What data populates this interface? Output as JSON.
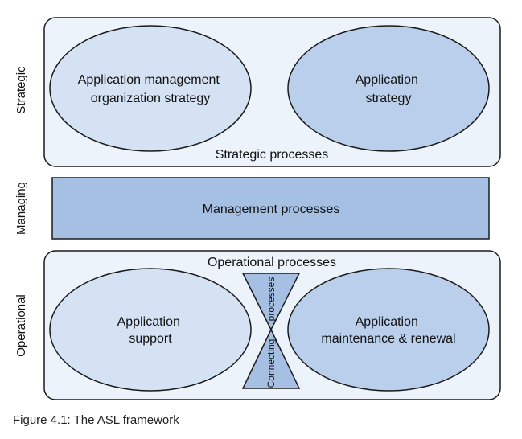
{
  "side_labels": {
    "strategic": "Strategic",
    "managing": "Managing",
    "operational": "Operational"
  },
  "strategic": {
    "left_ellipse": [
      "Application management",
      "organization strategy"
    ],
    "right_ellipse": [
      "Application",
      "strategy"
    ],
    "label": "Strategic processes"
  },
  "managing": {
    "label": "Management processes"
  },
  "operational": {
    "label": "Operational processes",
    "left_ellipse": [
      "Application",
      "support"
    ],
    "right_ellipse": [
      "Application",
      "maintenance & renewal"
    ],
    "connector_top": "processes",
    "connector_bottom": "Connecting"
  },
  "caption": "Figure 4.1: The ASL framework",
  "colors": {
    "panel_fill": "#edf3fb",
    "ellipse_left": "#d4e2f3",
    "ellipse_right": "#b9cfeb",
    "bar_fill": "#a6c0e4",
    "connector_fill": "#a6c0e4",
    "stroke": "#1a1a1a"
  }
}
